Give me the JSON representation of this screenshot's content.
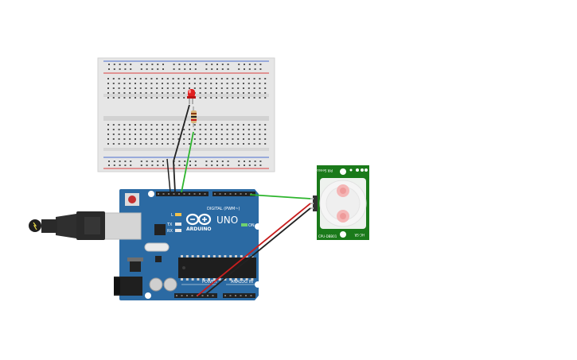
{
  "arduino": {
    "brand": "ARDUINO",
    "model": "UNO",
    "digital_label": "DIGITAL (PWM~)",
    "power_label": "POWER",
    "analog_label": "ANALOG IN",
    "on_label": "ON",
    "l_label": "L",
    "tx_label": "TX",
    "rx_label": "RX",
    "board_color": "#2b6aa3",
    "header_color": "#222222"
  },
  "pir_sensor": {
    "top_label": "PIR Sensor",
    "bottom_label": "CPU-DBB01",
    "side_label": "HC-SR",
    "board_color": "#1a7a1a"
  },
  "breadboard": {
    "body_color": "#e6e6e6",
    "rail_red": "#d94040",
    "rail_blue": "#4a6fd0"
  },
  "led": {
    "color": "#e02020"
  },
  "wires": {
    "black": "#222222",
    "green": "#2db52d",
    "red": "#c81e1e"
  },
  "usb_cable": {
    "color": "#2a2a2a"
  }
}
